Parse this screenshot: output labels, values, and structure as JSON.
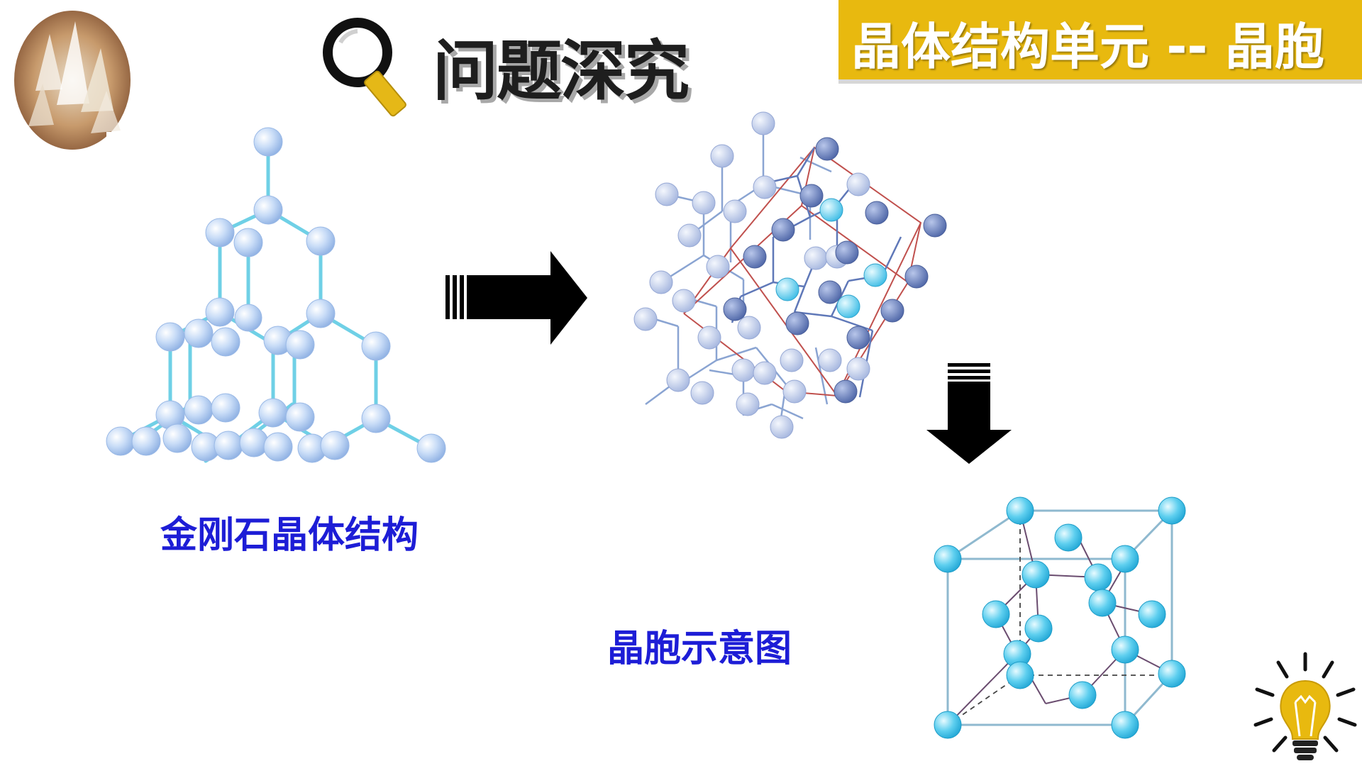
{
  "header": {
    "title": "问题深究",
    "banner": "晶体结构单元 -- 晶胞"
  },
  "captions": {
    "diamond_structure": "金刚石晶体结构",
    "unit_cell_diagram": "晶胞示意图"
  },
  "icons": {
    "search": "magnifier-icon",
    "arrow_right": "arrow-right-icon",
    "arrow_down": "arrow-down-icon",
    "bulb": "lightbulb-icon"
  },
  "colors": {
    "banner_bg": "#e8b90f",
    "banner_text": "#ffffff",
    "caption_text": "#1d1dd6",
    "title_text": "#1e1e1e",
    "atom_light": "#b9d3f5",
    "atom_cyan": "#46c7ec",
    "atom_dark": "#6f86c2",
    "cell_edge": "#c0504d"
  }
}
